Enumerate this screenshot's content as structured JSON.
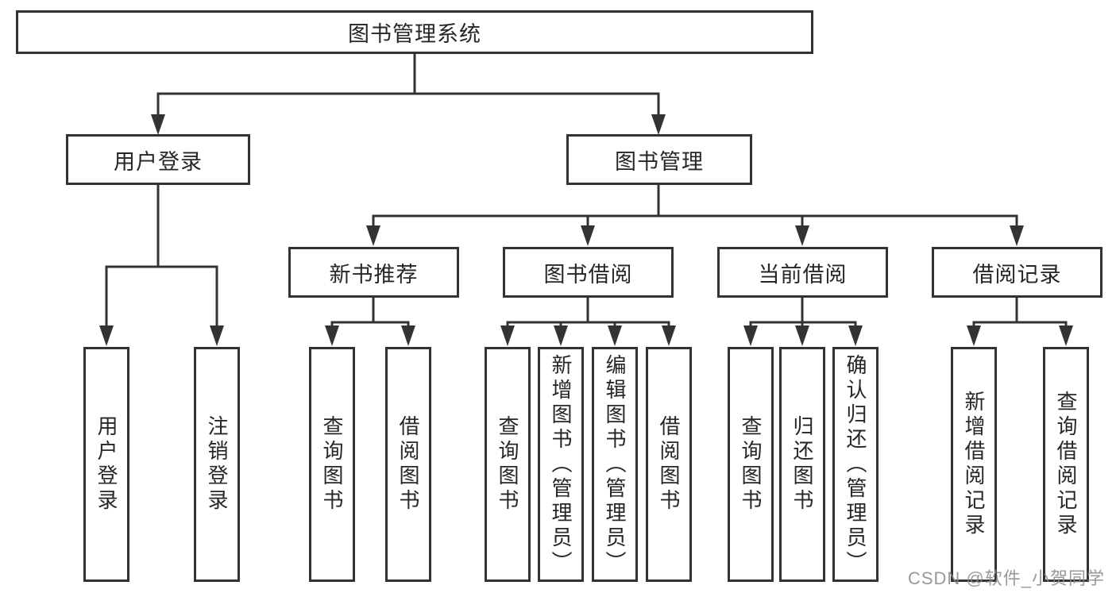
{
  "diagram": {
    "root": {
      "label": "图书管理系统"
    },
    "level2": [
      {
        "label": "用户登录",
        "children": [
          {
            "label": "用户登录"
          },
          {
            "label": "注销登录"
          }
        ]
      },
      {
        "label": "图书管理",
        "children": [
          {
            "label": "新书推荐",
            "children": [
              {
                "label": "查询图书"
              },
              {
                "label": "借阅图书"
              }
            ]
          },
          {
            "label": "图书借阅",
            "children": [
              {
                "label": "查询图书"
              },
              {
                "label": "新增图书（管理员）"
              },
              {
                "label": "编辑图书（管理员）"
              },
              {
                "label": "借阅图书"
              }
            ]
          },
          {
            "label": "当前借阅",
            "children": [
              {
                "label": "查询图书"
              },
              {
                "label": "归还图书"
              },
              {
                "label": "确认归还（管理员）"
              }
            ]
          },
          {
            "label": "借阅记录",
            "children": [
              {
                "label": "新增借阅记录"
              },
              {
                "label": "查询借阅记录"
              }
            ]
          }
        ]
      }
    ]
  },
  "watermark": {
    "text": "CSDN @软件_小贺同学"
  },
  "colors": {
    "line": "#333333",
    "node_text": "#262626",
    "background": "#ffffff",
    "watermark_text": "#878787"
  }
}
